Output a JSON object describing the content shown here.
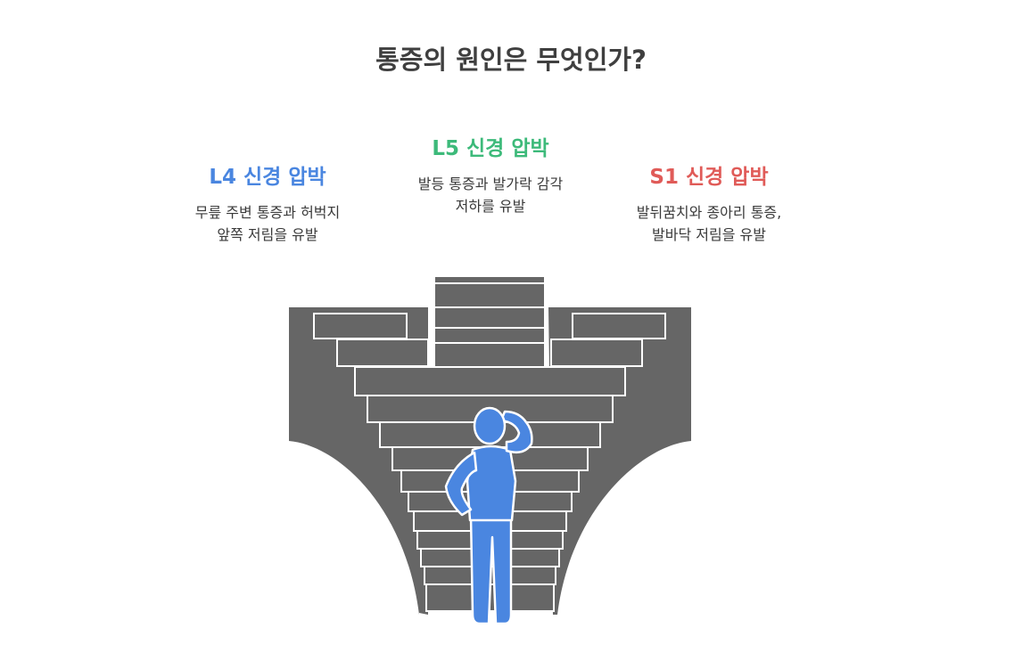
{
  "title": "통증의 원인은 무엇인가?",
  "nodes": [
    {
      "id": "l4",
      "title": "L4 신경 압박",
      "description": [
        "무릎 주변 통증과 허벅지",
        "앞쪽 저림을 유발"
      ],
      "color": "#4a86e0"
    },
    {
      "id": "l5",
      "title": "L5 신경 압박",
      "description": [
        "발등 통증과 발가락 감각",
        "저하를 유발"
      ],
      "color": "#3dba7a"
    },
    {
      "id": "s1",
      "title": "S1 신경 압박",
      "description": [
        "발뒤꿈치와 종아리 통증,",
        "발바닥 저림을 유발"
      ],
      "color": "#e05b58"
    }
  ],
  "illustration": {
    "staircase_color": "#666666",
    "person_color": "#4a86e0"
  }
}
